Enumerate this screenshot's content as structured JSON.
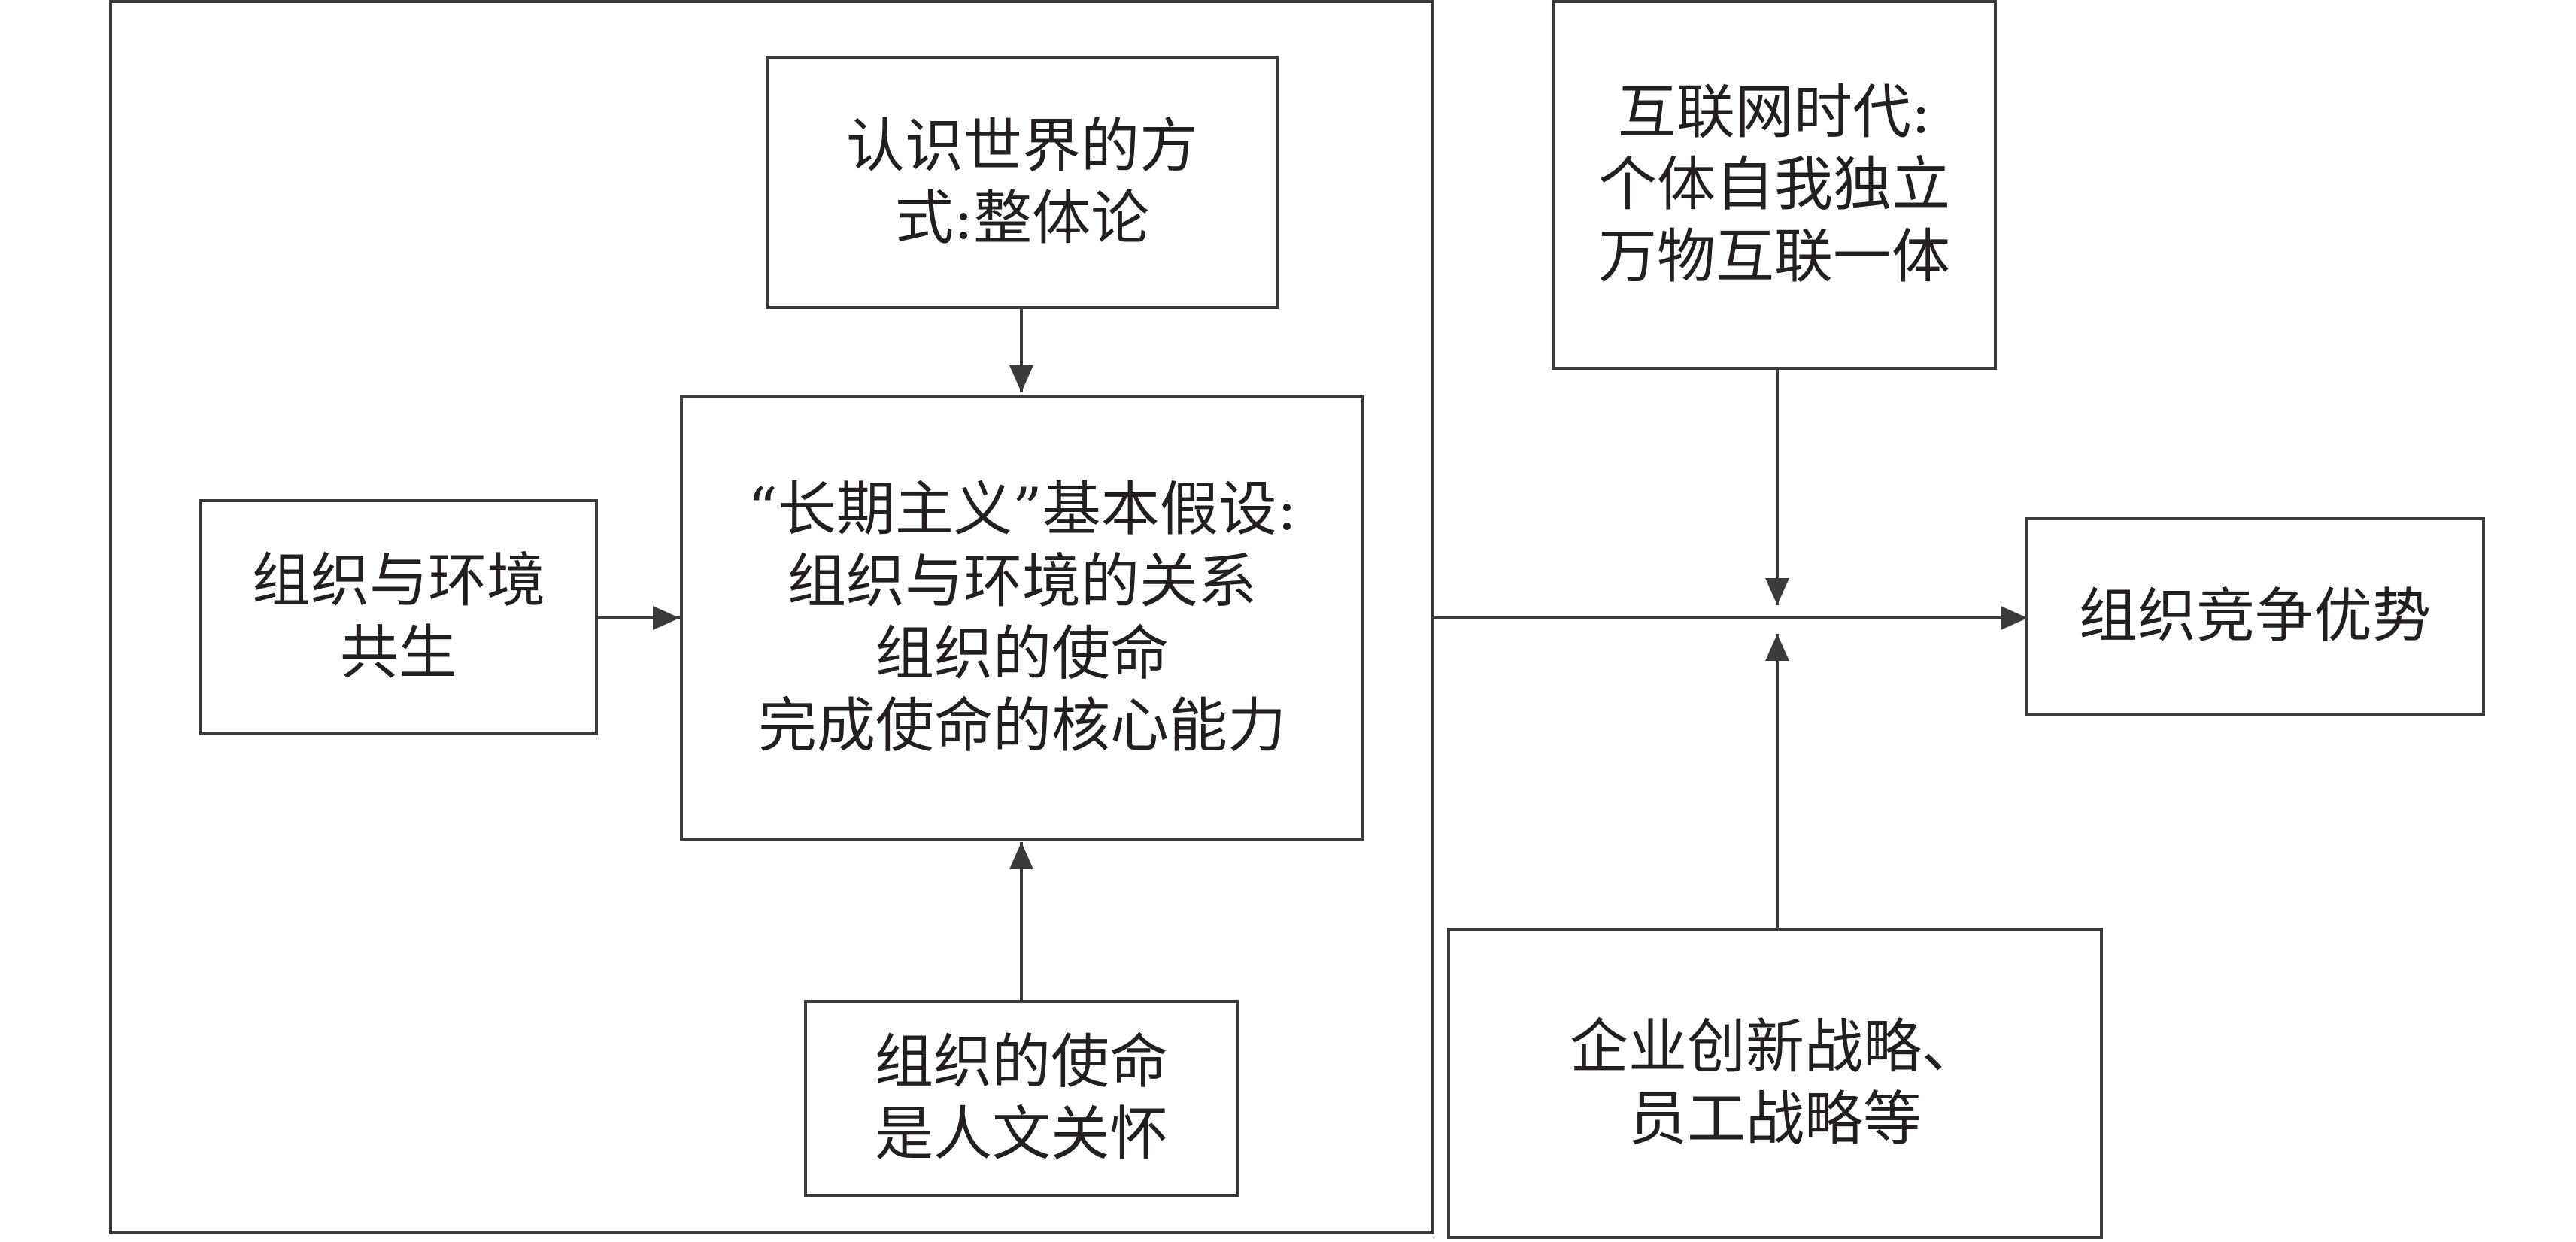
{
  "diagram": {
    "worldview": {
      "lines": [
        "认识世界的方",
        "式:整体论"
      ]
    },
    "symbiosis": {
      "lines": [
        "组织与环境",
        "共生"
      ]
    },
    "assumption": {
      "lines": [
        "“长期主义”基本假设:",
        "组织与环境的关系",
        "组织的使命",
        "完成使命的核心能力"
      ]
    },
    "mission": {
      "lines": [
        "组织的使命",
        "是人文关怀"
      ]
    },
    "internet": {
      "lines": [
        "互联网时代:",
        "个体自我独立",
        "万物互联一体"
      ]
    },
    "competitive": {
      "lines": [
        "组织竞争优势"
      ]
    },
    "strategy": {
      "lines": [
        "企业创新战略、",
        "员工战略等"
      ]
    }
  }
}
